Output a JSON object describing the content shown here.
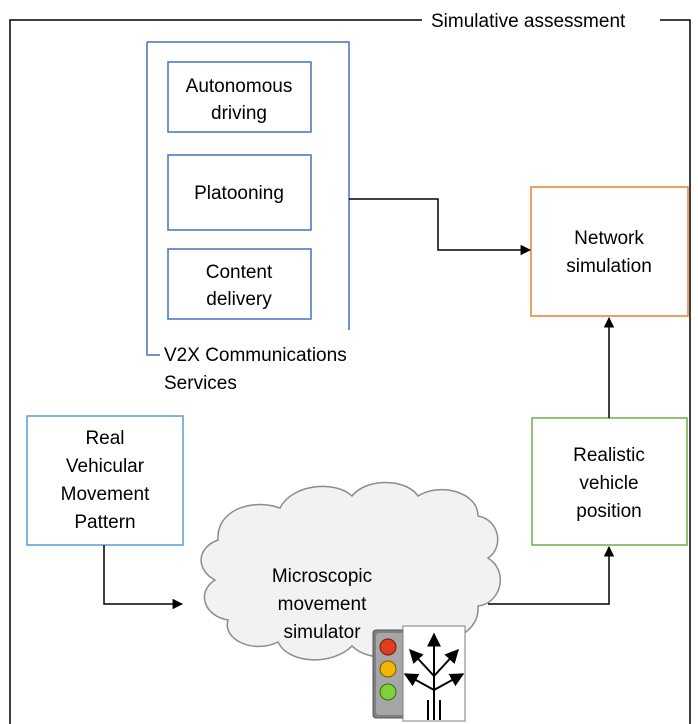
{
  "frame": {
    "label": "Simulative assessment"
  },
  "services": {
    "group_label_line1": "V2X Communications",
    "group_label_line2": "Services",
    "items": [
      {
        "line1": "Autonomous",
        "line2": "driving"
      },
      {
        "line1": "Platooning"
      },
      {
        "line1": "Content",
        "line2": "delivery"
      }
    ]
  },
  "network_simulation": {
    "line1": "Network",
    "line2": "simulation"
  },
  "realistic_position": {
    "line1": "Realistic",
    "line2": "vehicle",
    "line3": "position"
  },
  "movement_pattern": {
    "line1": "Real",
    "line2": "Vehicular",
    "line3": "Movement",
    "line4": "Pattern"
  },
  "simulator": {
    "line1": "Microscopic",
    "line2": "movement",
    "line3": "simulator"
  },
  "icons": {
    "traffic_light": "traffic-light-icon",
    "intersection": "intersection-arrows-icon"
  },
  "colors": {
    "services_border": "#4472c4",
    "network_border": "#ed7d31",
    "position_border": "#70ad47",
    "pattern_border": "#5b9bd5",
    "frame": "#000000",
    "cloud_fill": "#f2f2f2",
    "cloud_stroke": "#8c8c8c"
  }
}
